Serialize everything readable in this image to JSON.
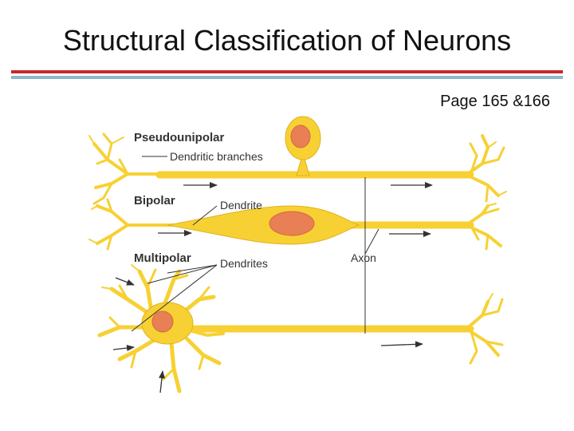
{
  "title": "Structural Classification of Neurons",
  "page_reference": "Page 165 &166",
  "labels": {
    "pseudounipolar": "Pseudounipolar",
    "dendritic_branches": "Dendritic branches",
    "bipolar": "Bipolar",
    "dendrite": "Dendrite",
    "multipolar": "Multipolar",
    "dendrites": "Dendrites",
    "axon": "Axon"
  },
  "colors": {
    "rule_red": "#c8282c",
    "rule_blue": "#8fb6c9",
    "neuron_fill": "#f7d133",
    "neuron_stroke": "#e0b21d",
    "nucleus": "#e97f54",
    "label_text": "#333333"
  },
  "icons": [
    "arrow-right-icon",
    "arrow-up-icon"
  ]
}
